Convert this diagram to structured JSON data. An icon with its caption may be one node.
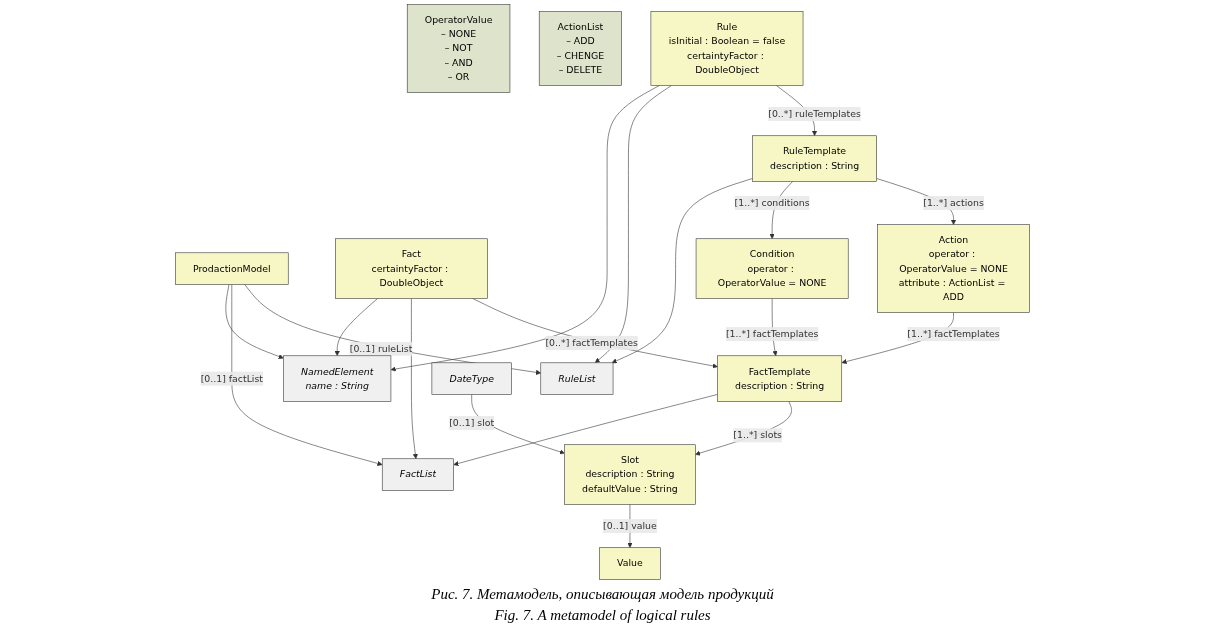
{
  "diagram": {
    "caption": "Рис. 7. Метамодель, описывающая модель продукций",
    "nodes": [
      {
        "text": [
          "NamedElement",
          "name : String"
        ]
      },
      {
        "text": [
          "OperatorValue",
          "– NONE",
          "– NOT",
          "– AND",
          "– OR"
        ]
      },
      {
        "text": [
          "ActionList",
          "– ADD",
          "– CHENGE",
          "– DELETE"
        ]
      },
      {
        "text": [
          "FactList"
        ]
      },
      {
        "text": [
          "ProdactionModel"
        ]
      },
      {
        "text": [
          "RuleList"
        ]
      },
      {
        "text": [
          "FactTemplate",
          "description : String"
        ]
      },
      {
        "text": [
          "Fact",
          "certaintyFactor : DoubleObject"
        ]
      },
      {
        "text": [
          "Rule",
          "isInitial : Boolean = false",
          "certaintyFactor : DoubleObject"
        ]
      },
      {
        "text": [
          "RuleTemplate",
          "description : String"
        ]
      },
      {
        "text": [
          "Slot",
          "description : String",
          "defaultValue : String"
        ]
      },
      {
        "text": [
          "Value"
        ]
      },
      {
        "text": [
          "Condition",
          "operator : OperatorValue = NONE"
        ]
      },
      {
        "text": [
          "Action",
          "operator : OperatorValue = NONE",
          "attribute : ActionList = ADD"
        ]
      },
      {
        "text": [
          "DateType"
        ]
      }
    ],
    "edges": [
      {
        "from": 4,
        "to": 0,
        "arrow": "to"
      },
      {
        "from": 7,
        "to": 0,
        "arrow": "to"
      },
      {
        "from": 8,
        "to": 0,
        "arrow": "to"
      },
      {
        "from": 4,
        "to": 3,
        "arrow": "to",
        "label": "[0..1] factList"
      },
      {
        "from": 4,
        "to": 5,
        "arrow": "to",
        "label": "[0..1] ruleList"
      },
      {
        "from": 6,
        "to": 3,
        "arrow": "to"
      },
      {
        "from": 7,
        "to": 3,
        "arrow": "to"
      },
      {
        "from": 8,
        "to": 5,
        "arrow": "to"
      },
      {
        "from": 9,
        "to": 5,
        "arrow": "to"
      },
      {
        "from": 7,
        "to": 6,
        "arrow": "to",
        "label": "[0..*] factTemplates"
      },
      {
        "from": 8,
        "to": 9,
        "arrow": "to",
        "label": "[0..*] ruleTemplates"
      },
      {
        "from": 6,
        "to": 10,
        "arrow": "to",
        "label": "[1..*] slots"
      },
      {
        "from": 10,
        "to": 11,
        "arrow": "to",
        "label": "[0..1] value"
      },
      {
        "from": 14,
        "to": 10,
        "arrow": "to",
        "label": "[0..1] slot"
      },
      {
        "from": 12,
        "to": 6,
        "arrow": "to",
        "label": "[1..*] factTemplates"
      },
      {
        "from": 13,
        "to": 6,
        "arrow": "to",
        "label": "[1..*] factTemplates"
      },
      {
        "from": 9,
        "to": 12,
        "arrow": "to",
        "label": "[1..*] conditions"
      },
      {
        "from": 9,
        "to": 13,
        "arrow": "to",
        "label": "[1..*] actions"
      }
    ],
    "labels": [
      "Fig. 7. A metamodel of logical rules"
    ]
  }
}
